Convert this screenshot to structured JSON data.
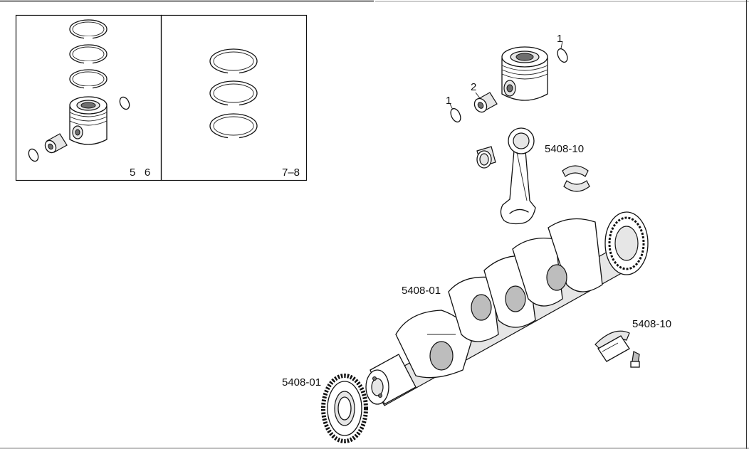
{
  "inset_left": {
    "label": "5   6"
  },
  "inset_right": {
    "label": "7–8"
  },
  "callouts": {
    "circlip_right": "1",
    "pin": "2",
    "circlip_left": "1",
    "conrod_bearing": "5408-10",
    "crankshaft": "5408-01",
    "main_bearing": "5408-10",
    "timing_gear": "5408-01"
  }
}
